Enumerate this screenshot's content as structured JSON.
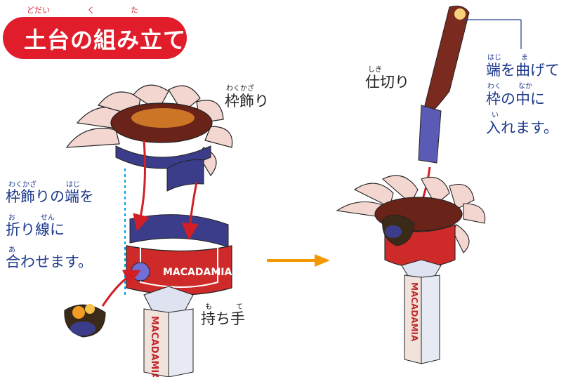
{
  "title": {
    "text": "土台の組み立て",
    "ruby": [
      "どだい",
      "く",
      "た"
    ]
  },
  "labels": {
    "frame_decoration": {
      "text": "枠飾り",
      "ruby": "わくかざ"
    },
    "divider": {
      "text": "仕切り",
      "ruby": "しき"
    },
    "handle": {
      "text": "持ち手",
      "ruby": [
        "も",
        "て"
      ]
    },
    "align_instruction": {
      "lines": [
        "枠飾りの端を",
        "折り線に",
        "合わせます。"
      ],
      "ruby": [
        "わくかざ",
        "はじ",
        "お",
        "せん",
        "あ"
      ]
    },
    "bend_instruction": {
      "lines": [
        "端を曲げて",
        "枠の中に",
        "入れます。"
      ],
      "ruby": [
        "はじ",
        "ま",
        "わく",
        "なか",
        "い"
      ]
    }
  },
  "package_text": "MACADAMIA",
  "colors": {
    "title_bg": "#e21d2b",
    "instruction_text": "#1e3a8c",
    "assembly_arrow": "#d21f26",
    "step_arrow": "#f39800",
    "fold_line": "#00a0e9"
  }
}
